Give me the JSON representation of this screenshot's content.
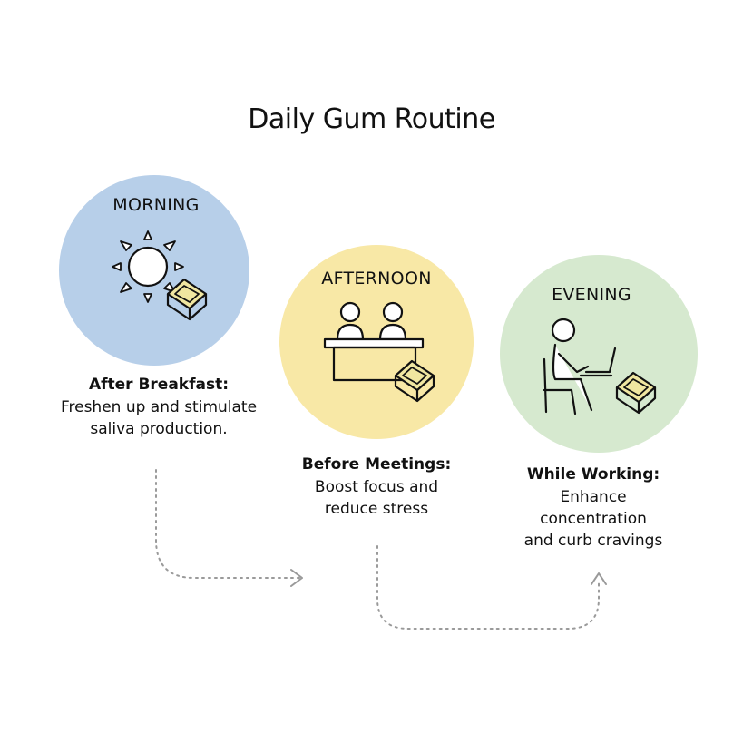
{
  "title": "Daily Gum Routine",
  "stages": [
    {
      "label": "MORNING",
      "heading": "After Breakfast:",
      "lines": [
        "Freshen up and stimulate",
        "saliva production."
      ],
      "color": "#b7cfe9",
      "icon": "sun-icon"
    },
    {
      "label": "AFTERNOON",
      "heading": "Before Meetings:",
      "lines": [
        "Boost focus and",
        "reduce stress"
      ],
      "color": "#f8e8a6",
      "icon": "meeting-desk-icon"
    },
    {
      "label": "EVENING",
      "heading": "While Working:",
      "lines": [
        "Enhance",
        "concentration",
        "and curb cravings"
      ],
      "color": "#d6e9cf",
      "icon": "laptop-worker-icon"
    }
  ],
  "gum_icon": "gum-piece-icon",
  "connector_color": "#9a9a9a"
}
